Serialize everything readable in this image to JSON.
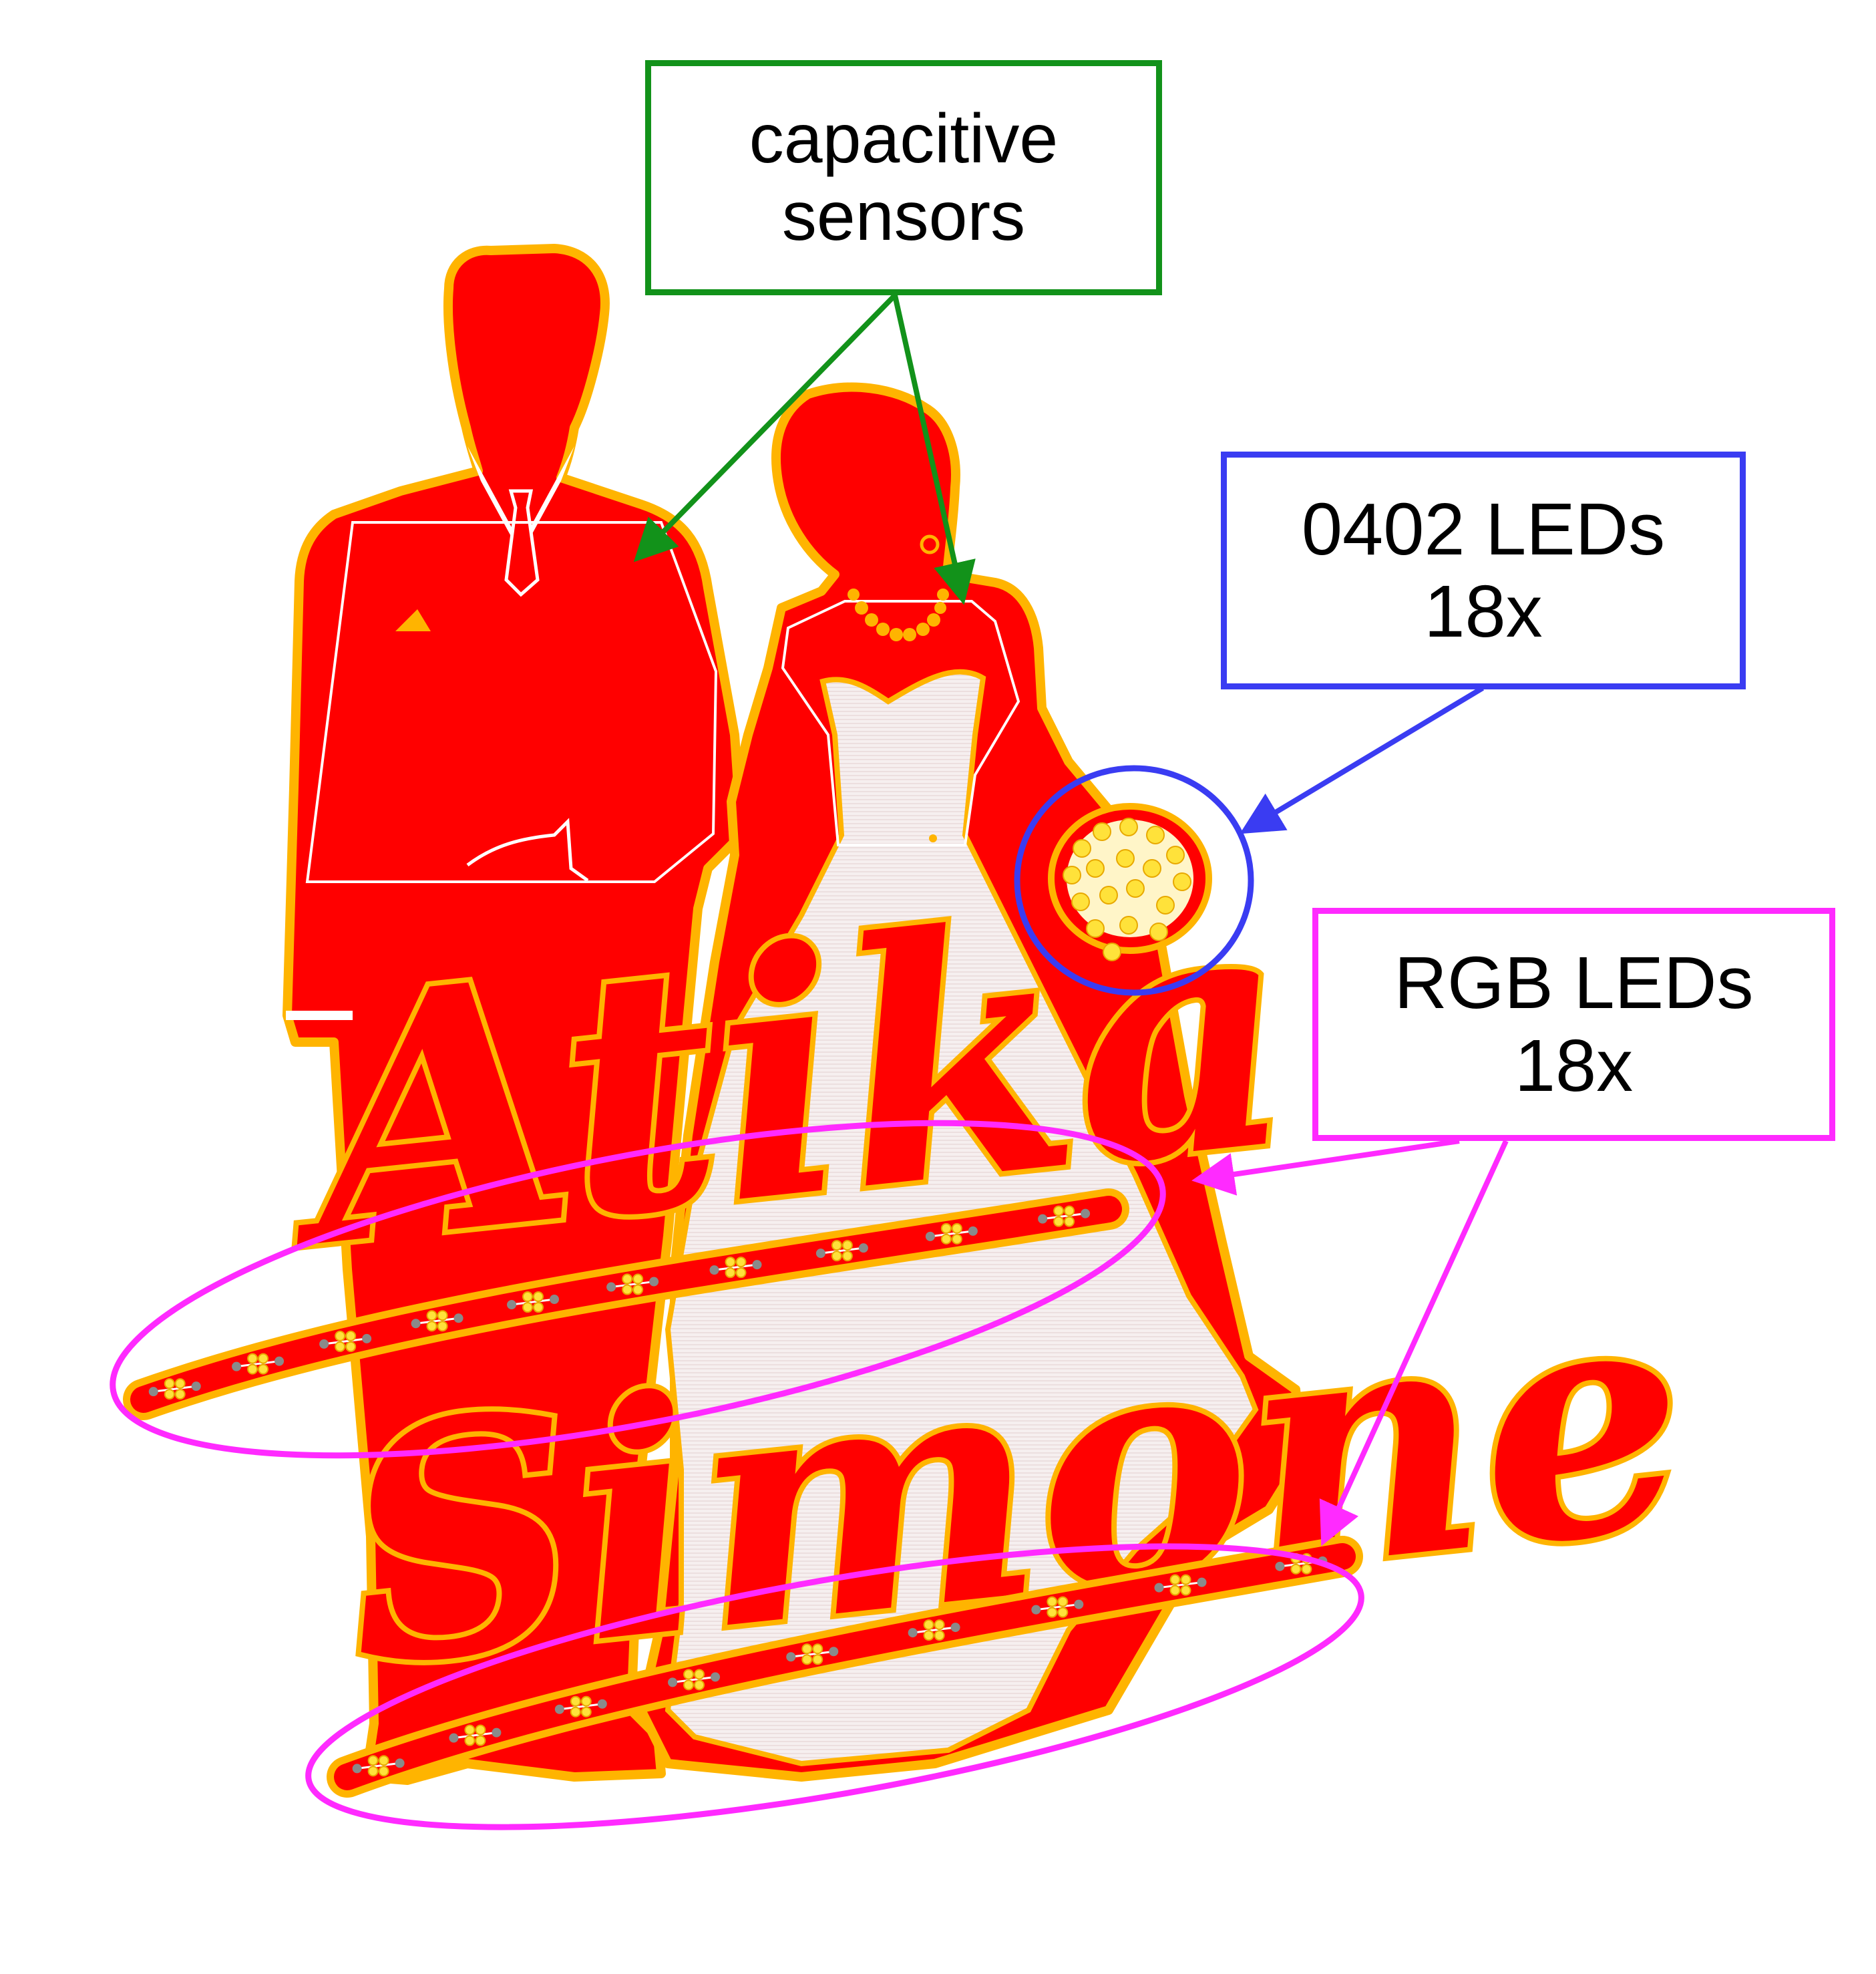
{
  "artwork": {
    "name_top": "Atika",
    "name_bottom": "Simone"
  },
  "callouts": {
    "capacitive": {
      "line1": "capacitive",
      "line2": "sensors"
    },
    "leds_0402": {
      "line1": "0402 LEDs",
      "line2": "18x"
    },
    "leds_rgb": {
      "line1": "RGB LEDs",
      "line2": "18x"
    }
  },
  "colors": {
    "board_red": "#ff0000",
    "trace_gold": "#ffb400",
    "outline_purple": "#8a1a9a",
    "dress_white": "#f4eeee",
    "callout_green": "#12921a",
    "callout_blue": "#3a3cf2",
    "callout_magenta": "#ff2aff",
    "led_pad_yellow": "#ffe23a",
    "via_grey": "#8a8a8a"
  }
}
